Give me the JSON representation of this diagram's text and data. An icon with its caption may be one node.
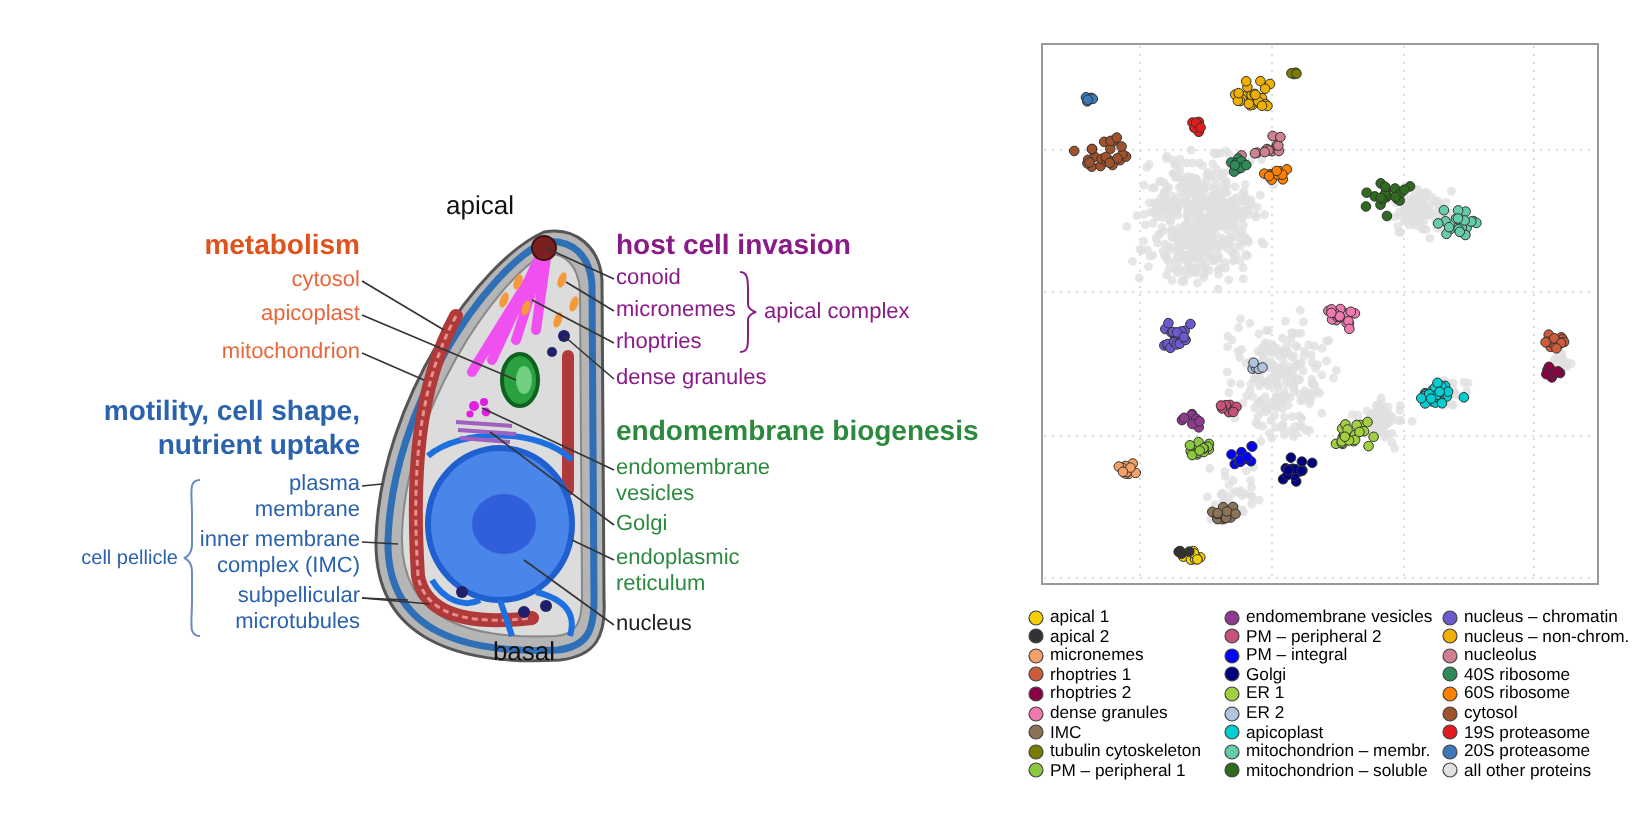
{
  "diagram": {
    "nodes": [
      {
        "text": [
          "cytosol"
        ]
      },
      {
        "text": [
          "apicoplast"
        ]
      },
      {
        "text": [
          "mitochondrion"
        ]
      },
      {
        "text": [
          "plasma membrane"
        ]
      },
      {
        "text": [
          "inner membrane complex (IMC)"
        ]
      },
      {
        "text": [
          "subpellicular microtubules"
        ]
      },
      {
        "text": [
          "conoid"
        ]
      },
      {
        "text": [
          "micronemes"
        ]
      },
      {
        "text": [
          "rhoptries"
        ]
      },
      {
        "text": [
          "dense granules"
        ]
      },
      {
        "text": [
          "endomembrane vesicles"
        ]
      },
      {
        "text": [
          "Golgi"
        ]
      },
      {
        "text": [
          "endoplasmic reticulum"
        ]
      },
      {
        "text": [
          "nucleus"
        ]
      }
    ],
    "edges": [
      {
        "from": 0,
        "to": null,
        "arrow": "none"
      },
      {
        "from": 1,
        "to": null,
        "arrow": "none"
      },
      {
        "from": 2,
        "to": null,
        "arrow": "none"
      },
      {
        "from": 3,
        "to": null,
        "arrow": "none"
      },
      {
        "from": 4,
        "to": null,
        "arrow": "none"
      },
      {
        "from": 5,
        "to": null,
        "arrow": "none"
      },
      {
        "from": 5,
        "to": null,
        "arrow": "none"
      },
      {
        "from": 6,
        "to": null,
        "arrow": "none"
      },
      {
        "from": 7,
        "to": null,
        "arrow": "none"
      },
      {
        "from": 8,
        "to": null,
        "arrow": "none"
      },
      {
        "from": 9,
        "to": null,
        "arrow": "none"
      },
      {
        "from": 10,
        "to": null,
        "arrow": "none"
      },
      {
        "from": 11,
        "to": null,
        "arrow": "none"
      },
      {
        "from": 12,
        "to": null,
        "arrow": "none"
      },
      {
        "from": 13,
        "to": null,
        "arrow": "none"
      }
    ],
    "labels": [
      "apical",
      "metabolism",
      "host cell invasion",
      "apical complex",
      "motility, cell shape, nutrient uptake",
      "endomembrane biogenesis",
      "cell pellicle",
      "basal"
    ],
    "legend": [
      {
        "text": "apical 1",
        "color": "#f5d000"
      },
      {
        "text": "apical 2",
        "color": "#333333"
      },
      {
        "text": "micronemes",
        "color": "#f4a066"
      },
      {
        "text": "rhoptries 1",
        "color": "#cd5c3c"
      },
      {
        "text": "rhoptries 2",
        "color": "#8b0045"
      },
      {
        "text": "dense granules",
        "color": "#f07ab0"
      },
      {
        "text": "IMC",
        "color": "#8b7355"
      },
      {
        "text": "tubulin cytoskeleton",
        "color": "#7a7a00"
      },
      {
        "text": "PM – peripheral 1",
        "color": "#8cc83c"
      },
      {
        "text": "endomembrane vesicles",
        "color": "#8e3a8e"
      },
      {
        "text": "PM – peripheral 2",
        "color": "#c8507a"
      },
      {
        "text": "PM – integral",
        "color": "#0000ff"
      },
      {
        "text": "Golgi",
        "color": "#000080"
      },
      {
        "text": "ER 1",
        "color": "#a0d040"
      },
      {
        "text": "ER 2",
        "color": "#b0c4de"
      },
      {
        "text": "apicoplast",
        "color": "#00ced1"
      },
      {
        "text": "mitochondrion – membr.",
        "color": "#66cdaa"
      },
      {
        "text": "mitochondrion – soluble",
        "color": "#2e6b1e"
      },
      {
        "text": "nucleus – chromatin",
        "color": "#6a5acd"
      },
      {
        "text": "nucleus – non-chrom.",
        "color": "#f0b000"
      },
      {
        "text": "nucleolus",
        "color": "#d08090"
      },
      {
        "text": "40S ribosome",
        "color": "#2e8b57"
      },
      {
        "text": "60S ribosome",
        "color": "#ff7f00"
      },
      {
        "text": "cytosol",
        "color": "#a0522d"
      },
      {
        "text": "19S proteasome",
        "color": "#e41a1c"
      },
      {
        "text": "20S proteasome",
        "color": "#3a78b8"
      },
      {
        "text": "all other proteins",
        "color": "#e0e0e0"
      }
    ]
  }
}
